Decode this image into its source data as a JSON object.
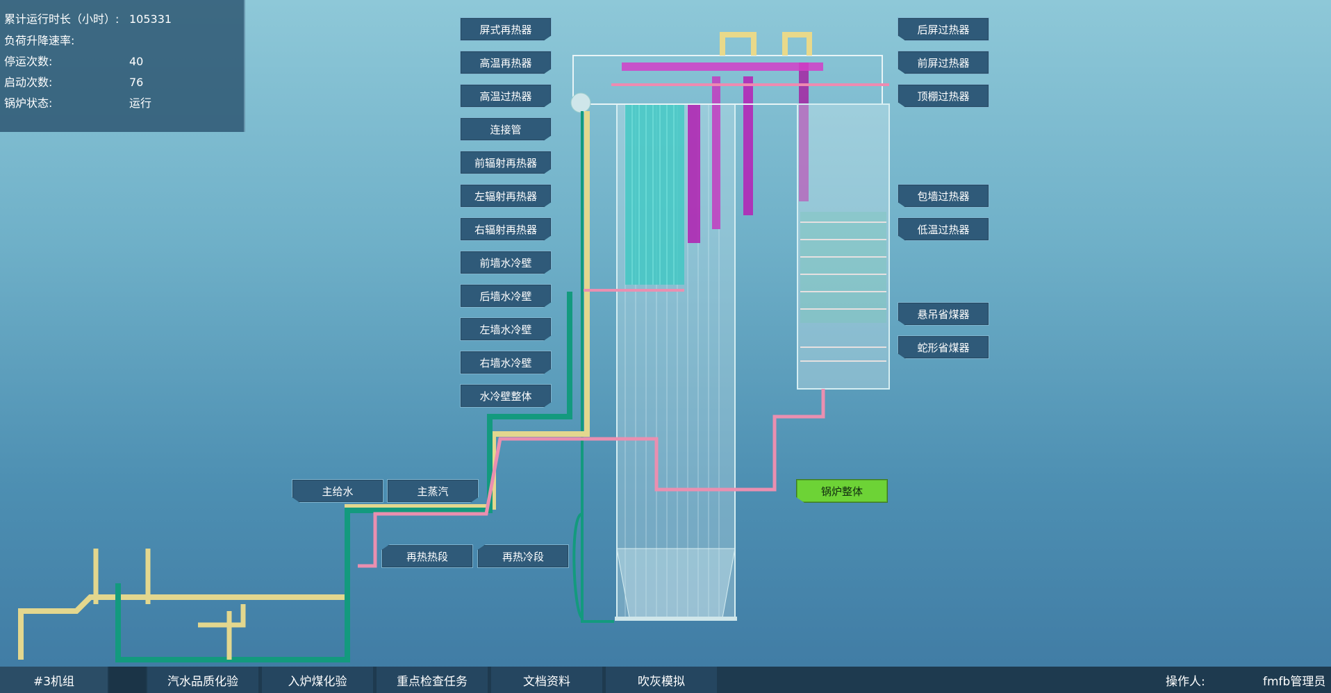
{
  "info": {
    "rows": [
      {
        "label": "累计运行时长（小时）:",
        "value": "105331"
      },
      {
        "label": "负荷升降速率:",
        "value": ""
      },
      {
        "label": "停运次数:",
        "value": "40"
      },
      {
        "label": "启动次数:",
        "value": "76"
      },
      {
        "label": "锅炉状态:",
        "value": "运行"
      }
    ]
  },
  "left_buttons": [
    "屏式再热器",
    "高温再热器",
    "高温过热器",
    "连接管",
    "前辐射再热器",
    "左辐射再热器",
    "右辐射再热器",
    "前墙水冷壁",
    "后墙水冷壁",
    "左墙水冷壁",
    "右墙水冷壁",
    "水冷壁整体"
  ],
  "right_buttons": {
    "top": [
      "后屏过热器",
      "前屏过热器",
      "顶棚过热器"
    ],
    "middle": [
      "包墙过热器",
      "低温过热器"
    ],
    "lower": [
      "悬吊省煤器",
      "蛇形省煤器"
    ]
  },
  "pipe_buttons": {
    "main_feed": "主给水",
    "main_steam": "主蒸汽",
    "reheat_hot": "再热热段",
    "reheat_cold": "再热冷段"
  },
  "boiler_whole": "锅炉整体",
  "bottom_nav": {
    "unit": "#3机组",
    "items": [
      "汽水品质化验",
      "入炉煤化验",
      "重点检查任务",
      "文档资料",
      "吹灰模拟"
    ],
    "operator_label": "操作人:",
    "operator_name": "fmfb管理员"
  },
  "colors": {
    "active": "#6dd336",
    "button": "#2f5a79",
    "nav": "#254660"
  }
}
